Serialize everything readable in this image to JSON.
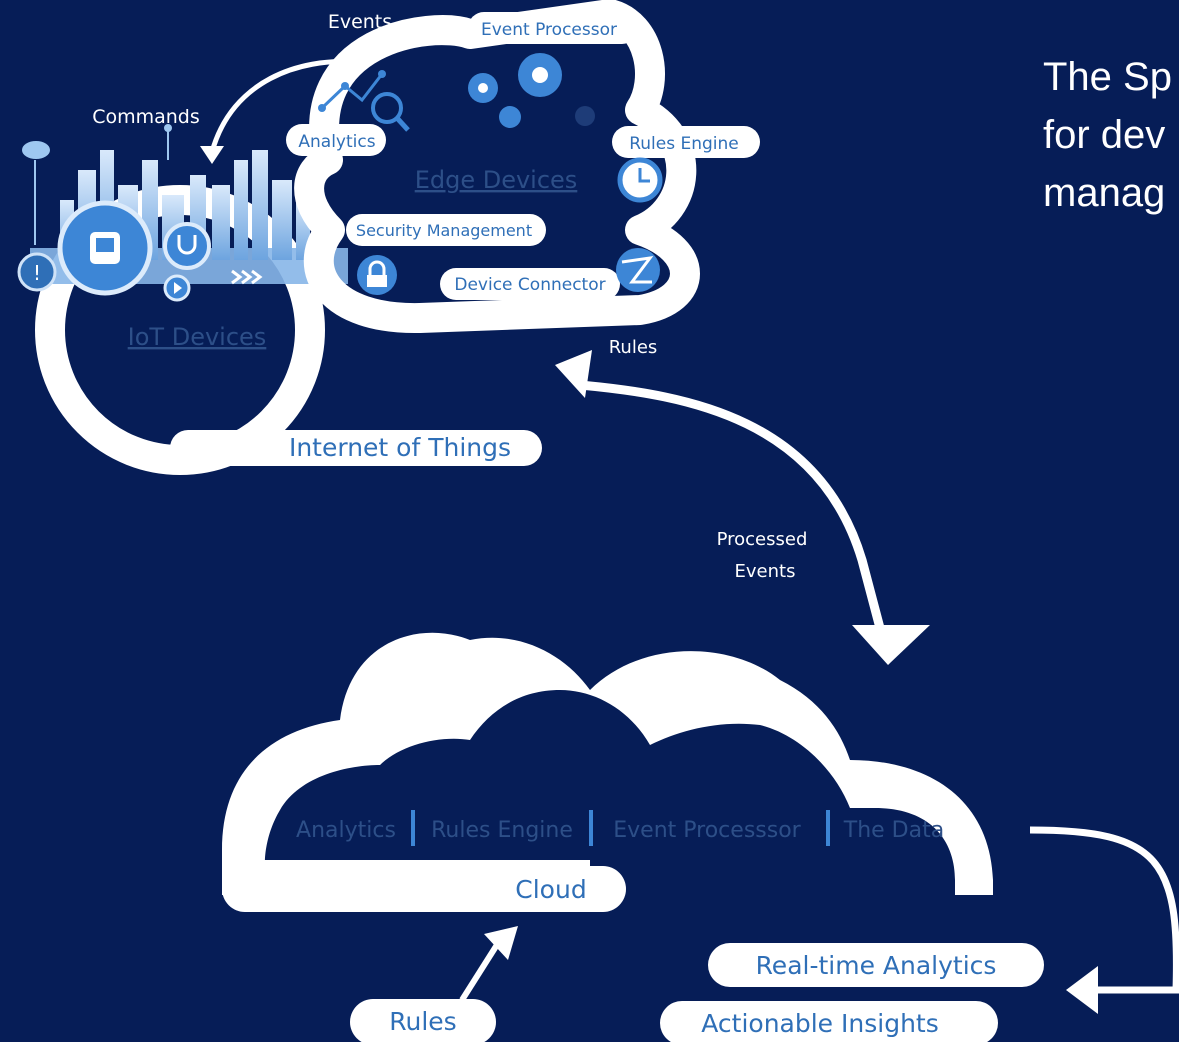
{
  "headline": {
    "line1": "The Sp",
    "line2": "for dev",
    "line3": "manag"
  },
  "iot": {
    "label": "IoT Devices",
    "banner": "Internet of Things",
    "commands": "Commands",
    "events": "Events"
  },
  "edge": {
    "label": "Edge Devices",
    "event_processor": "Event Processor",
    "analytics": "Analytics",
    "rules_engine": "Rules Engine",
    "security_management": "Security Management",
    "device_connector": "Device Connector"
  },
  "flows": {
    "rules_top": "Rules",
    "processed_line1": "Processed",
    "processed_line2": "Events",
    "rules_bottom": "Rules"
  },
  "cloud": {
    "label": "Cloud",
    "items": [
      "Analytics",
      "Rules Engine",
      "Event Processsor",
      "The Data"
    ]
  },
  "outputs": {
    "realtime": "Real-time Analytics",
    "insights": "Actionable Insights"
  },
  "colors": {
    "background": "#061d57",
    "label_blue": "#2f6fb7",
    "accent_blue": "#3d86d6",
    "white": "#ffffff"
  },
  "icons": [
    "gear-icon",
    "magnifier-chart-icon",
    "clock-gear-icon",
    "lock-icon",
    "globe-icon",
    "smartwatch-icon",
    "stethoscope-icon",
    "play-icon",
    "warning-icon"
  ]
}
